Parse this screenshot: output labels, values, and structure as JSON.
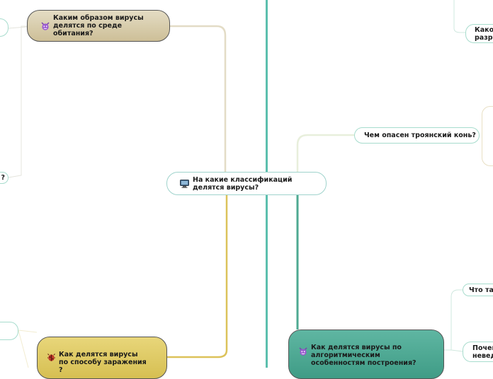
{
  "center": {
    "label": "На какие классификаций делятся вирусы?",
    "icon": "computer-icon"
  },
  "main_topics": [
    {
      "id": "habitat",
      "label": "Каким образом вирусы делятся по среде обитания?",
      "icon": "devil-icon",
      "color": "#d9cfae"
    },
    {
      "id": "infection",
      "label": "Как делятся вирусы по способу заражения ?",
      "icon": "bug-icon",
      "color": "#e0ca60"
    },
    {
      "id": "algorithm",
      "label": "Как делятся вирусы по алгоритмическим особенностям построения?",
      "icon": "devil-icon",
      "color": "#4fae96"
    }
  ],
  "subtopics": [
    {
      "id": "trojan",
      "label": "Чем опасен троянский конь?"
    },
    {
      "id": "left-q",
      "label": "?"
    },
    {
      "id": "right-top",
      "label": "Како разр"
    },
    {
      "id": "right-what",
      "label": "Что та"
    },
    {
      "id": "right-why",
      "label": "Почем невед"
    }
  ],
  "colors": {
    "divider": "#5cbfae",
    "branch_habitat": "#e3dcc6",
    "branch_infection": "#dcc25a",
    "branch_algorithm": "#4ea991",
    "branch_sub": "#cfe8df"
  }
}
